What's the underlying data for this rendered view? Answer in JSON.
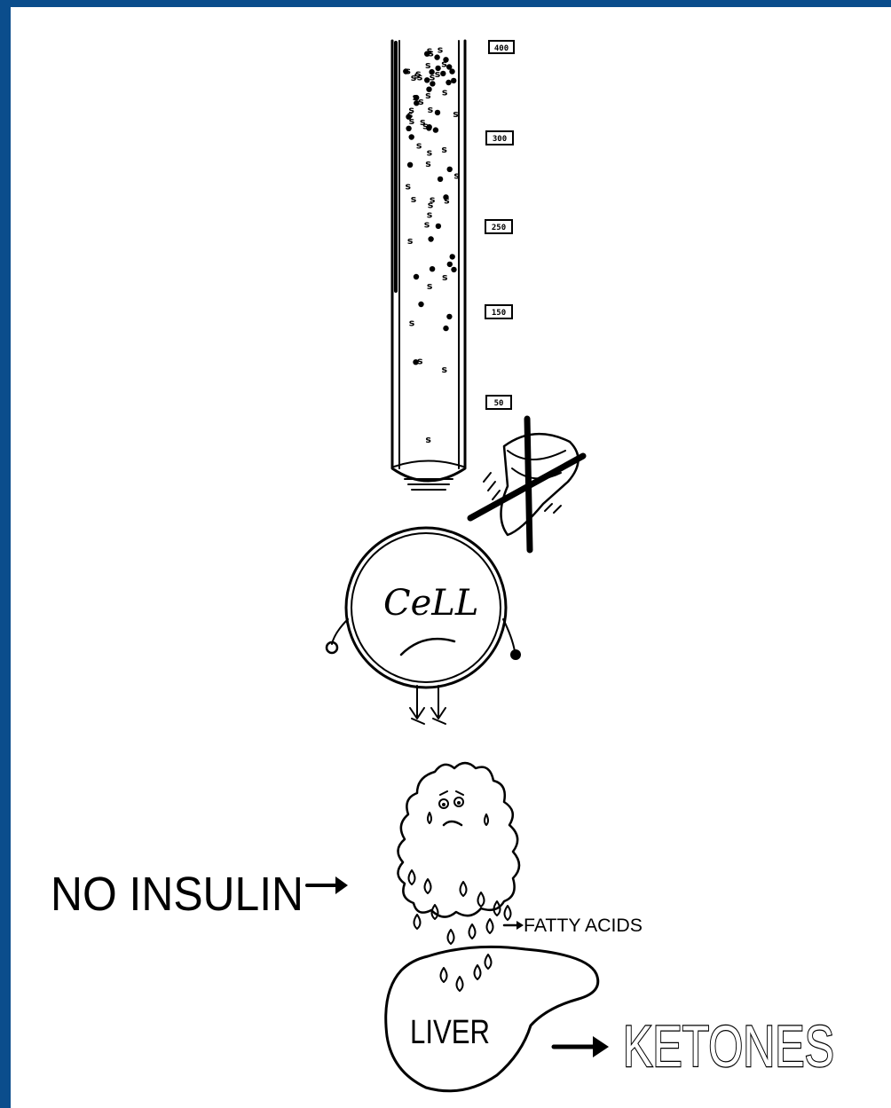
{
  "colors": {
    "border": "#0b4d8c",
    "panel": "#ffffff",
    "ink": "#000000"
  },
  "labels": {
    "cell": "CeLL",
    "no_insulin": "NO INSULIN",
    "fatty_acids": "FATTY ACIDS",
    "liver": "LIVER",
    "ketones": "KETONES"
  },
  "tube": {
    "scale_ticks": [
      "400",
      "300",
      "250",
      "150",
      "50"
    ],
    "sugar_symbol": "s"
  },
  "icons": {
    "insulin_blocked": "crossed-out-insulin-icon",
    "arrow": "right-arrow-icon"
  }
}
